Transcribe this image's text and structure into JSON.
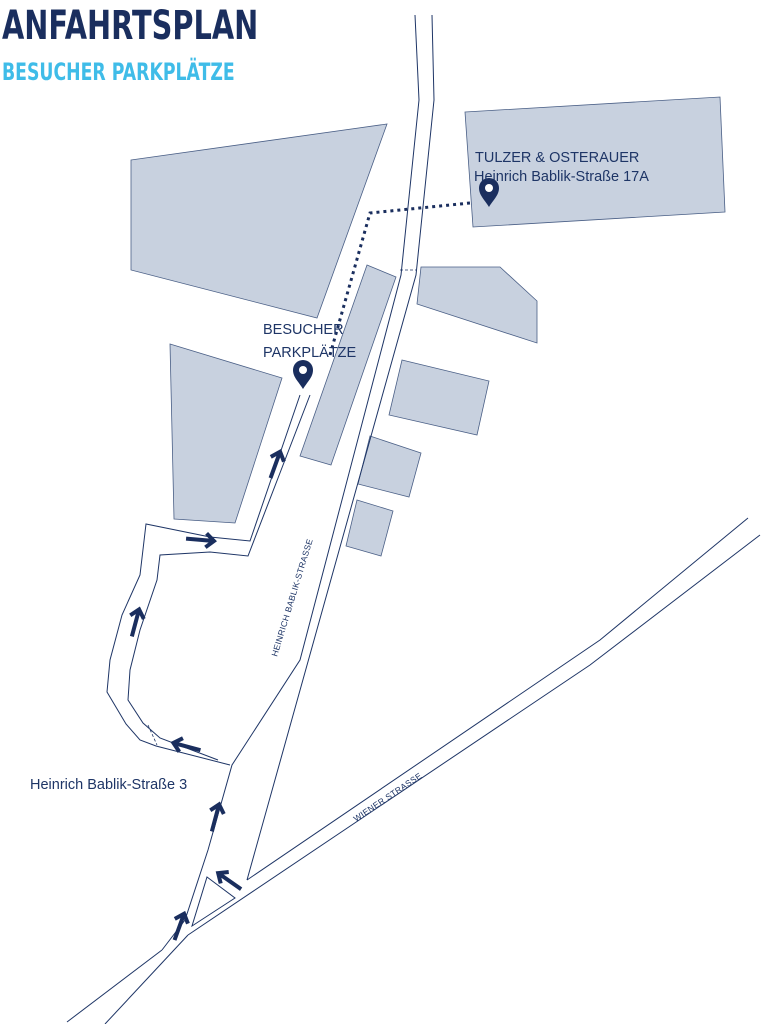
{
  "header": {
    "title": "ANFAHRTSPLAN",
    "subtitle": "BESUCHER PARKPLÄTZE"
  },
  "locations": {
    "destination": {
      "name": "TULZER & OSTERAUER",
      "address": "Heinrich Bablik-Straße 17A",
      "icon": "location-pin-icon"
    },
    "parking": {
      "line1": "BESUCHER",
      "line2": "PARKPLÄTZE",
      "icon": "location-pin-icon"
    },
    "start": {
      "address": "Heinrich Bablik-Straße 3"
    }
  },
  "streets": {
    "main": "HEINRICH BABLIK-STRASSE",
    "cross": "WIENER STRASSE"
  },
  "colors": {
    "title": "#1a2e5e",
    "subtitle": "#3fbce8",
    "buildings": "#c8d1df",
    "lines": "#1e3566"
  }
}
